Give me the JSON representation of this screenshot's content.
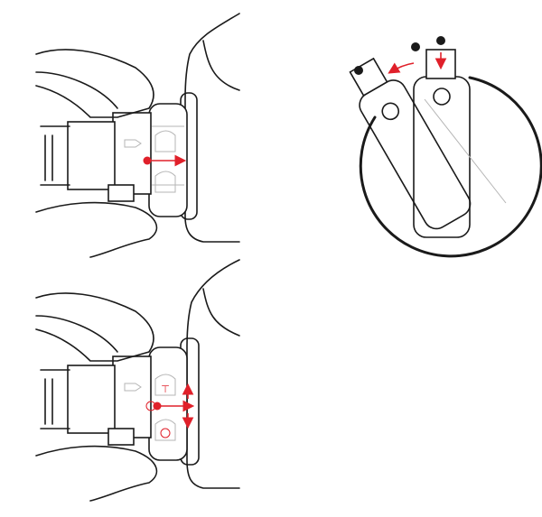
{
  "figure": {
    "panels": [
      "twist-ring-top",
      "lock-knob",
      "twist-ring-bottom"
    ],
    "marker_symbols": [
      "T",
      "lock-symbol"
    ]
  },
  "colors": {
    "line": "#1a1a1a",
    "accent": "#e0202a",
    "guide": "#b5b5b5"
  }
}
